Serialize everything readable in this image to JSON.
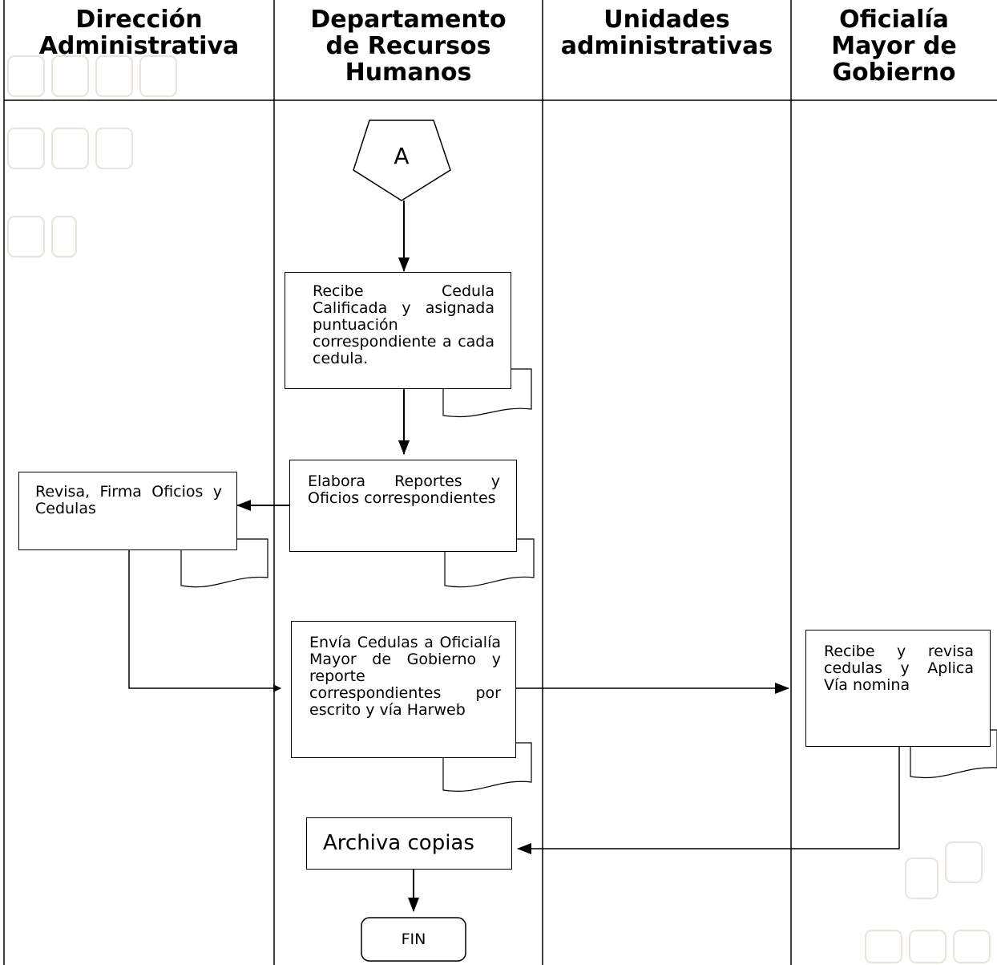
{
  "lanes": [
    {
      "title": [
        "Dirección",
        "Administrativa"
      ]
    },
    {
      "title": [
        "Departamento",
        "de Recursos",
        "Humanos"
      ]
    },
    {
      "title": [
        "Unidades",
        "administrativas"
      ]
    },
    {
      "title": [
        "Oficialía",
        "Mayor de",
        "Gobierno"
      ]
    }
  ],
  "connector_label": "A",
  "steps": {
    "recibe_cedula": "Recibe Cedula Calificada y asignada puntuación correspondiente a cada cedula.",
    "elabora_reportes": "Elabora Reportes y Oficios correspondientes",
    "revisa_firma": "Revisa, Firma Oficios y Cedulas",
    "envia_cedulas": "Envía Cedulas a Oficialía Mayor de Gobierno y reporte correspondientes por escrito y vía Harweb",
    "recibe_revisa": "Recibe y revisa cedulas y Aplica Vía nomina",
    "archiva": "Archiva copias"
  },
  "end_label": "FIN"
}
